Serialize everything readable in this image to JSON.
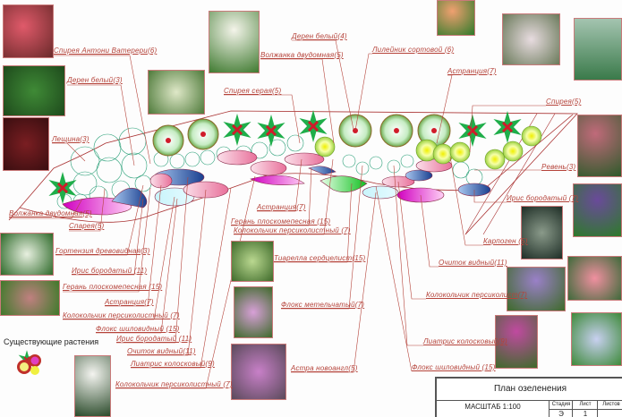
{
  "labels": {
    "spirea_anthony": "Спирея Антони Ватерери(6)",
    "deren_3": "Дерен белый(3)",
    "leshchina": "Лещина(3)",
    "volzhanka_left": "Волжанка двудомная(5)",
    "spirea_left": "Спарея(5)",
    "gortenzia": "Гортензия древовидная(3)",
    "iris_11_a": "Ирис бородатый (11)",
    "geran_left": "Герань плоскомепесная (15)",
    "astrancia_left": "Астранция(7)",
    "kolokolchik_left_a": "Колокольчик персиколистный (7)",
    "floks_shil_left": "Флокс шиловидный (15)",
    "iris_11_b": "Ирис бородатый (11)",
    "ochitok_left": "Очиток видный(11)",
    "liatris_left": "Лиатрис колосковый(9)",
    "kolokolchik_left_b": "Колокольчик персиколистный (7)",
    "deren_4": "Дерен белый(4)",
    "volzhanka_top": "Волжанка двудомная(5)",
    "spirea_seraya": "Спирея серая(5)",
    "lileinik": "Лилейник сортовой (6)",
    "astrancia_top": "Астранция(7)",
    "spirea_right": "Спирея(5)",
    "reven": "Ревень(3)",
    "iris_7": "Ирис бородатый (7)",
    "astrancia_mid": "Астранция(7)",
    "geran_mid": "Герань плоскомепесная (15)",
    "kolokolchik_mid": "Колокольчик персиколистный (7)",
    "tiarella": "Тиарелла сердцелист(15)",
    "floks_metel": "Флокс метельчатый(7)",
    "astra": "Астра новоангл(5)",
    "karpogen": "Карпоген (5)",
    "ochitok_right": "Очиток видный(11)",
    "kolokolchik_right": "Колокольчик персиколист(7)",
    "liatris_right": "Лиатрис колосковый(9)",
    "floks_shil_right": "Флокс шиловидный (15)"
  },
  "legend": {
    "title": "Существующие растения"
  },
  "title_block": {
    "title": "План озеленения",
    "scale": "МАСШТАБ 1:100",
    "stage_header": "Стадия",
    "sheet_header": "Лист",
    "sheets_header": "Листов",
    "stage_value": "Э",
    "sheet_value": "1"
  },
  "colors": {
    "label": "#b5433a",
    "leader": "#b5433a",
    "shrub": "#1fae4a",
    "accent": "#d01b2a"
  }
}
